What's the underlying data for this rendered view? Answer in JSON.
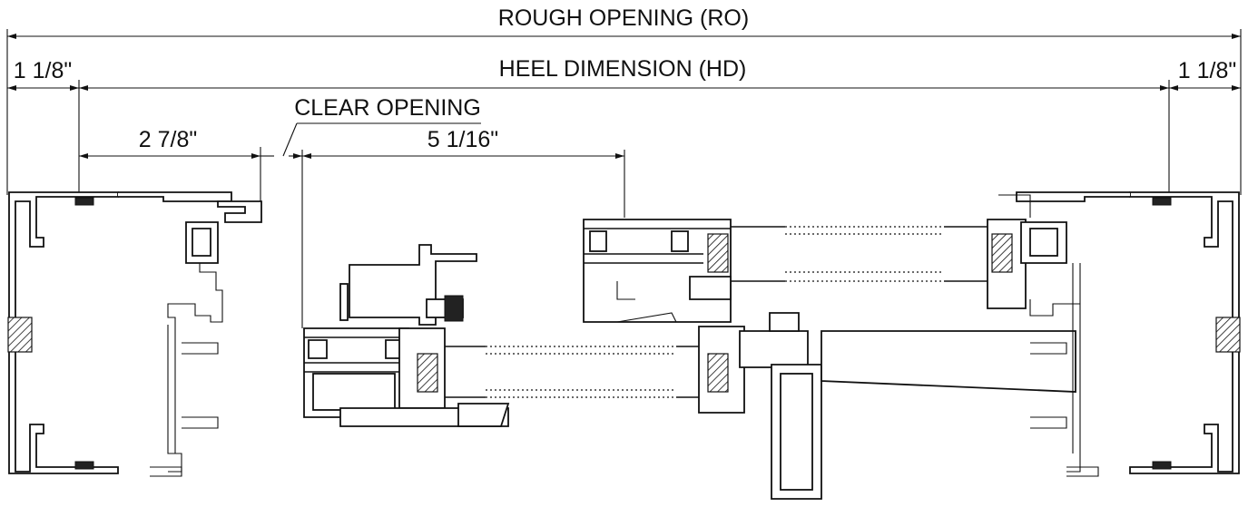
{
  "dimensions": {
    "rough_opening": "ROUGH OPENING (RO)",
    "heel_dimension": "HEEL DIMENSION (HD)",
    "left_offset": "1 1/8\"",
    "right_offset": "1 1/8\"",
    "frame_depth": "2 7/8\"",
    "clear_opening": "CLEAR OPENING",
    "sash_width": "5 1/16\""
  }
}
